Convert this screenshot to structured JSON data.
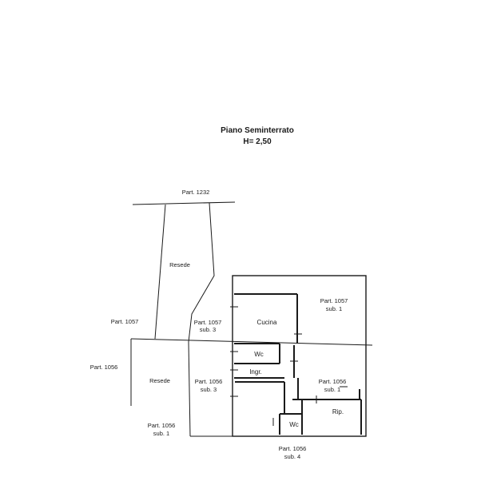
{
  "title": {
    "line1": "Piano Seminterrato",
    "line2": "H= 2,50"
  },
  "labels": {
    "part_1232": "Part. 1232",
    "resede_top": "Resede",
    "part_1057_left": "Part. 1057",
    "part_1056_left": "Part. 1056",
    "resede_bottom": "Resede",
    "part_1057_sub3_a": "Part. 1057",
    "part_1057_sub3_b": "sub. 3",
    "part_1056_sub3_a": "Part. 1056",
    "part_1056_sub3_b": "sub. 3",
    "part_1056_sub1_bl_a": "Part. 1056",
    "part_1056_sub1_bl_b": "sub. 1",
    "part_1057_sub1_a": "Part. 1057",
    "part_1057_sub1_b": "sub. 1",
    "part_1056_sub1_r_a": "Part. 1056",
    "part_1056_sub1_r_b": "sub. 1",
    "part_1056_sub4_a": "Part. 1056",
    "part_1056_sub4_b": "sub. 4"
  },
  "rooms": {
    "cucina": "Cucina",
    "wc_upper": "Wc",
    "ingr": "Ingr.",
    "wc_lower": "Wc",
    "rip": "Rip."
  }
}
